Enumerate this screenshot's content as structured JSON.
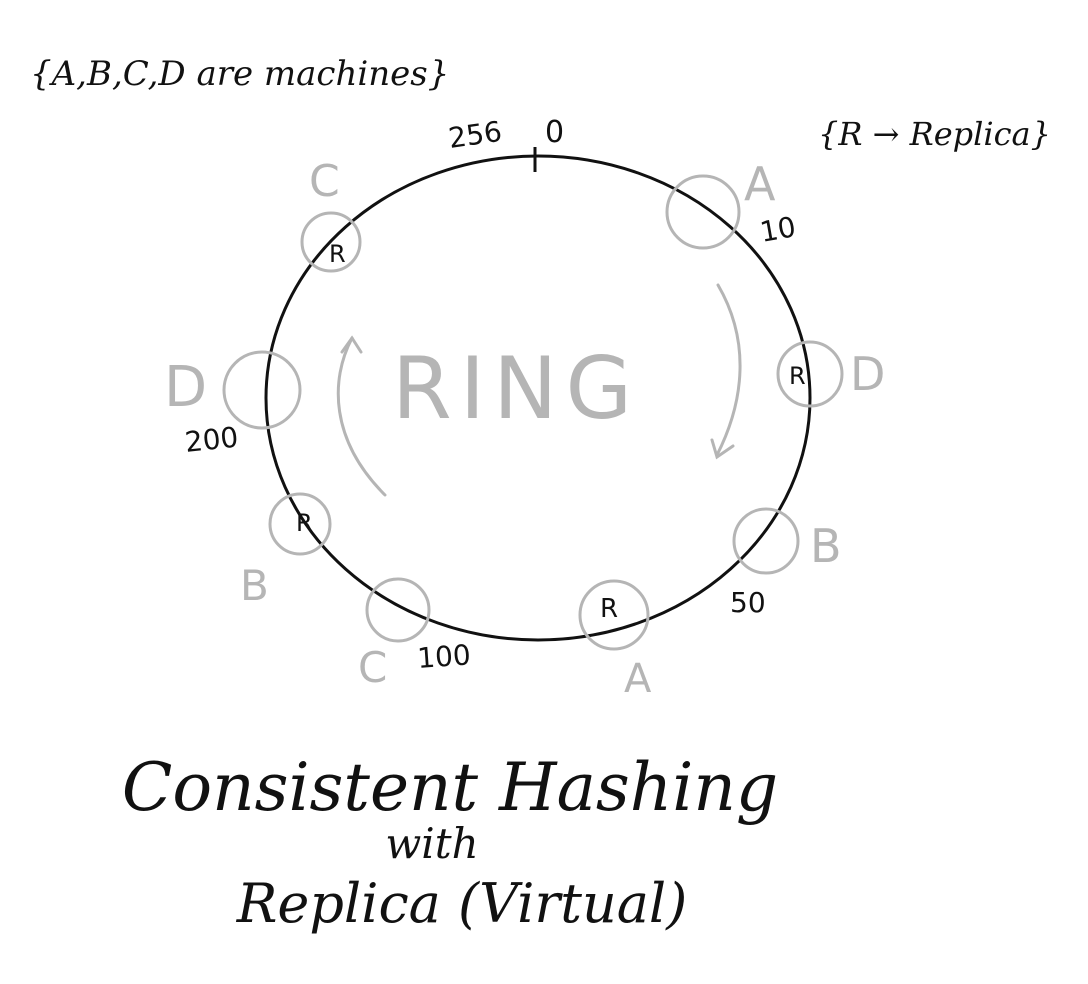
{
  "legend": {
    "machines": "{A,B,C,D are machines}",
    "replica": "{R → Replica}"
  },
  "ring": {
    "center_label": "RING",
    "positions": {
      "p256": "256",
      "p0": "0",
      "p10": "10",
      "p50": "50",
      "p100": "100",
      "p200": "200"
    }
  },
  "nodes": {
    "a_top": "A",
    "a_bottom": "A",
    "b_right": "B",
    "b_left": "B",
    "c_top": "C",
    "c_bottom": "C",
    "d_left": "D",
    "d_right": "D",
    "replica_marker": "R"
  },
  "title": {
    "line1": "Consistent Hashing",
    "line2": "with",
    "line3": "Replica (Virtual)"
  },
  "colors": {
    "ink": "#111111",
    "node": "#b5b5b5"
  }
}
